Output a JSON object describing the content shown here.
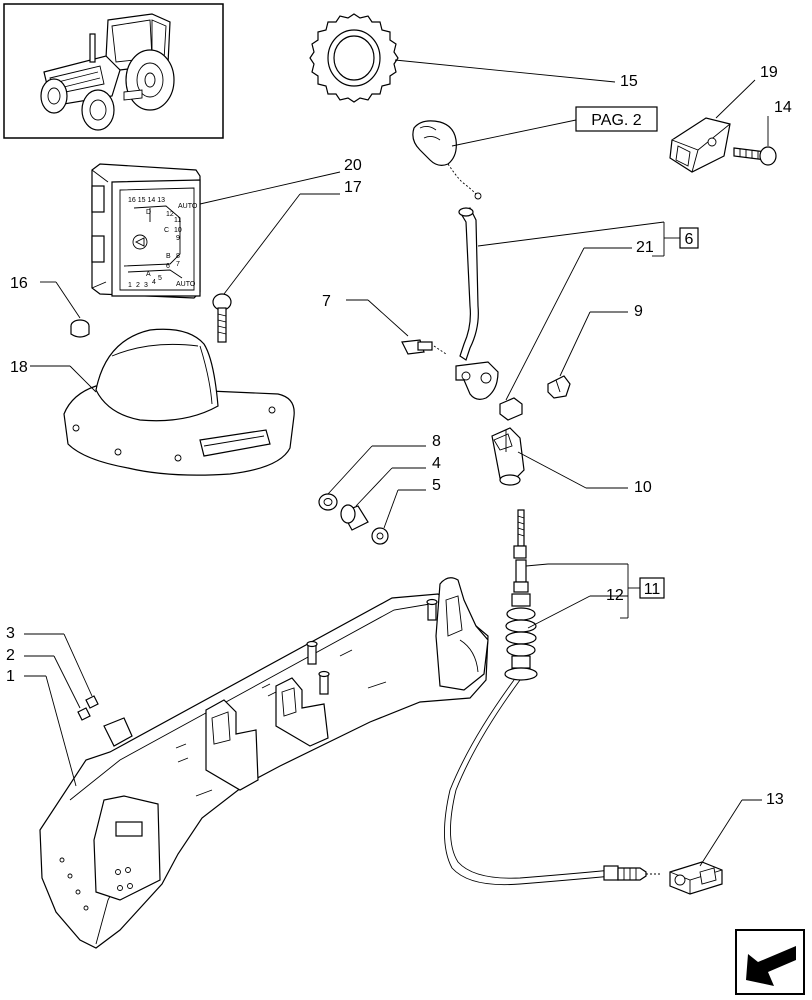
{
  "callouts": [
    {
      "id": "c15",
      "label": "15"
    },
    {
      "id": "c19",
      "label": "19"
    },
    {
      "id": "c14",
      "label": "14"
    },
    {
      "id": "c20",
      "label": "20"
    },
    {
      "id": "c17",
      "label": "17"
    },
    {
      "id": "c16",
      "label": "16"
    },
    {
      "id": "c18",
      "label": "18"
    },
    {
      "id": "c7",
      "label": "7"
    },
    {
      "id": "c21",
      "label": "21"
    },
    {
      "id": "c9",
      "label": "9"
    },
    {
      "id": "c8",
      "label": "8"
    },
    {
      "id": "c4",
      "label": "4"
    },
    {
      "id": "c5",
      "label": "5"
    },
    {
      "id": "c10",
      "label": "10"
    },
    {
      "id": "c12",
      "label": "12"
    },
    {
      "id": "c13",
      "label": "13"
    },
    {
      "id": "c3",
      "label": "3"
    },
    {
      "id": "c2",
      "label": "2"
    },
    {
      "id": "c1",
      "label": "1"
    }
  ],
  "boxed_refs": {
    "pag": "PAG. 2",
    "ref6": "6",
    "ref11": "11"
  },
  "gear_plate": {
    "numbers_top": "16 15 14 13",
    "n12": "12",
    "nD": "D",
    "n11": "11",
    "nC": "C",
    "n10": "10",
    "n9": "9",
    "nB": "B",
    "n8": "8",
    "n6": "6",
    "n7": "7",
    "nA": "A",
    "n5": "5",
    "n4": "4",
    "n3": "3",
    "n2": "2",
    "n1": "1",
    "badge_top": "AUTO",
    "badge_bottom": "AUTO"
  },
  "icons": {
    "thumbnail": "tractor-thumbnail-icon",
    "nav": "next-page-arrow-icon"
  }
}
